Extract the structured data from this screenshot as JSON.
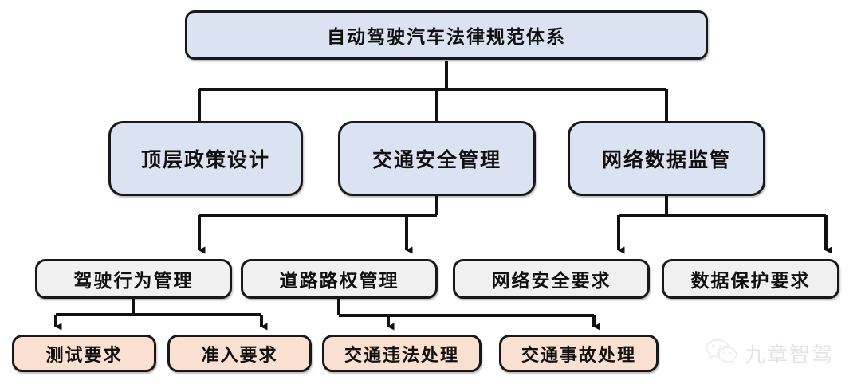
{
  "diagram": {
    "title": "自动驾驶汽车法律规范体系",
    "root": {
      "label": "自动驾驶汽车法律规范体系"
    },
    "level2": [
      {
        "label": "顶层政策设计"
      },
      {
        "label": "交通安全管理"
      },
      {
        "label": "网络数据监管"
      }
    ],
    "level3": [
      {
        "label": "驾驶行为管理"
      },
      {
        "label": "道路路权管理"
      },
      {
        "label": "网络安全要求"
      },
      {
        "label": "数据保护要求"
      }
    ],
    "level4": [
      {
        "label": "测试要求"
      },
      {
        "label": "准入要求"
      },
      {
        "label": "交通违法处理"
      },
      {
        "label": "交通事故处理"
      }
    ],
    "colors": {
      "level1_fill": "#dbe2f1",
      "level2_fill": "#dbe2f1",
      "level3_fill": "#f0f0f0",
      "level4_fill": "#fae0d0",
      "border": "#181818",
      "connector": "#111111",
      "background": "#ffffff"
    }
  },
  "watermark": {
    "text": "九章智驾",
    "icon": "wechat-icon"
  }
}
